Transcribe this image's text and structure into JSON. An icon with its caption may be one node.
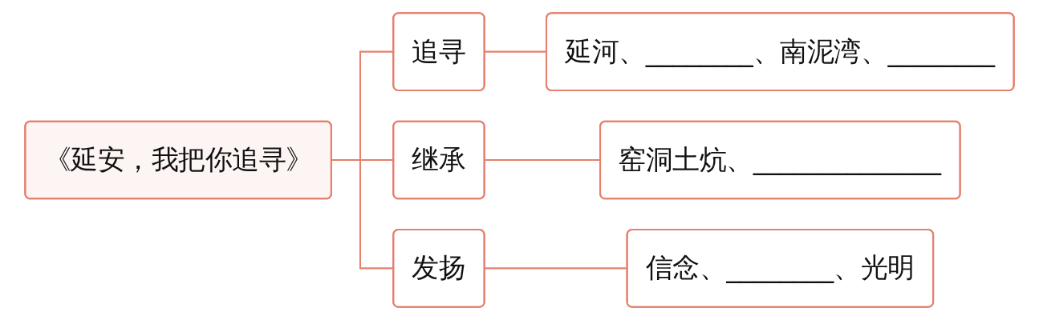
{
  "diagram": {
    "nodes": [
      {
        "text": [
          "《延安，我把你追寻》"
        ]
      },
      {
        "text": [
          "追寻"
        ]
      },
      {
        "text": [
          "延河、________、南泥湾、________"
        ]
      },
      {
        "text": [
          "继承"
        ]
      },
      {
        "text": [
          "窑洞土炕、______________"
        ]
      },
      {
        "text": [
          "发扬"
        ]
      },
      {
        "text": [
          "信念、________、光明"
        ]
      }
    ],
    "edges": [
      {
        "from": 0,
        "to": 1,
        "arrow": "none"
      },
      {
        "from": 0,
        "to": 3,
        "arrow": "none"
      },
      {
        "from": 0,
        "to": 5,
        "arrow": "none"
      },
      {
        "from": 1,
        "to": 2,
        "arrow": "none"
      },
      {
        "from": 3,
        "to": 4,
        "arrow": "none"
      },
      {
        "from": 5,
        "to": 6,
        "arrow": "none"
      }
    ]
  }
}
